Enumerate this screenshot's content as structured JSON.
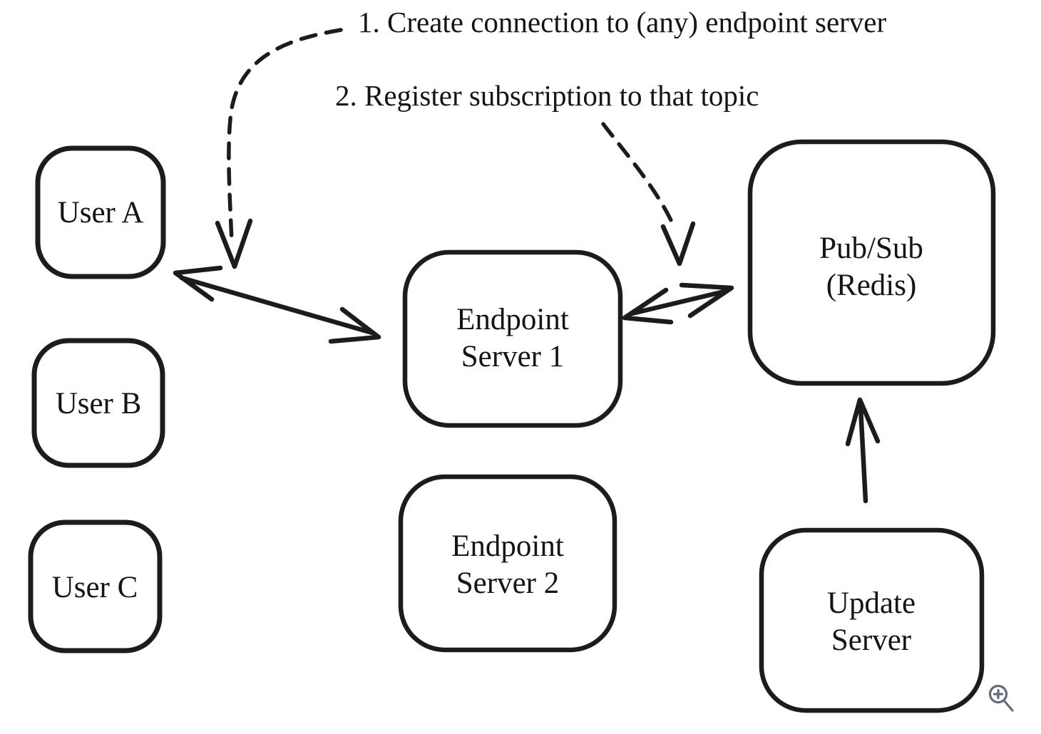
{
  "diagram": {
    "annotations": {
      "step1": "1. Create connection to (any) endpoint server",
      "step2": "2. Register subscription to that topic"
    },
    "nodes": {
      "user_a": {
        "label": "User A"
      },
      "user_b": {
        "label": "User B"
      },
      "user_c": {
        "label": "User C"
      },
      "endpoint_server_1": {
        "line1": "Endpoint",
        "line2": "Server 1"
      },
      "endpoint_server_2": {
        "line1": "Endpoint",
        "line2": "Server 2"
      },
      "pubsub": {
        "line1": "Pub/Sub",
        "line2": "(Redis)"
      },
      "update_server": {
        "line1": "Update",
        "line2": "Server"
      }
    },
    "edges": [
      {
        "name": "user-a--endpoint-server-1",
        "from": "User A",
        "to": "Endpoint Server 1",
        "style": "solid",
        "direction": "both"
      },
      {
        "name": "endpoint-server-1--pubsub",
        "from": "Endpoint Server 1",
        "to": "Pub/Sub (Redis)",
        "style": "solid",
        "direction": "both"
      },
      {
        "name": "update-server--pubsub",
        "from": "Update Server",
        "to": "Pub/Sub (Redis)",
        "style": "solid",
        "direction": "to"
      },
      {
        "name": "step1-annotation-arrow",
        "from": "1. Create connection to (any) endpoint server",
        "to": "User A / Endpoint Server 1 link",
        "style": "dashed",
        "direction": "to"
      },
      {
        "name": "step2-annotation-arrow",
        "from": "2. Register subscription to that topic",
        "to": "Endpoint Server 1 / Pub-Sub link",
        "style": "dashed",
        "direction": "to"
      }
    ],
    "colors": {
      "stroke": "#1c1c1c",
      "text": "#141414",
      "background": "#ffffff",
      "zoom_icon": "#5f6d7d"
    },
    "icons": {
      "zoom_in": "zoom-in-icon"
    }
  }
}
